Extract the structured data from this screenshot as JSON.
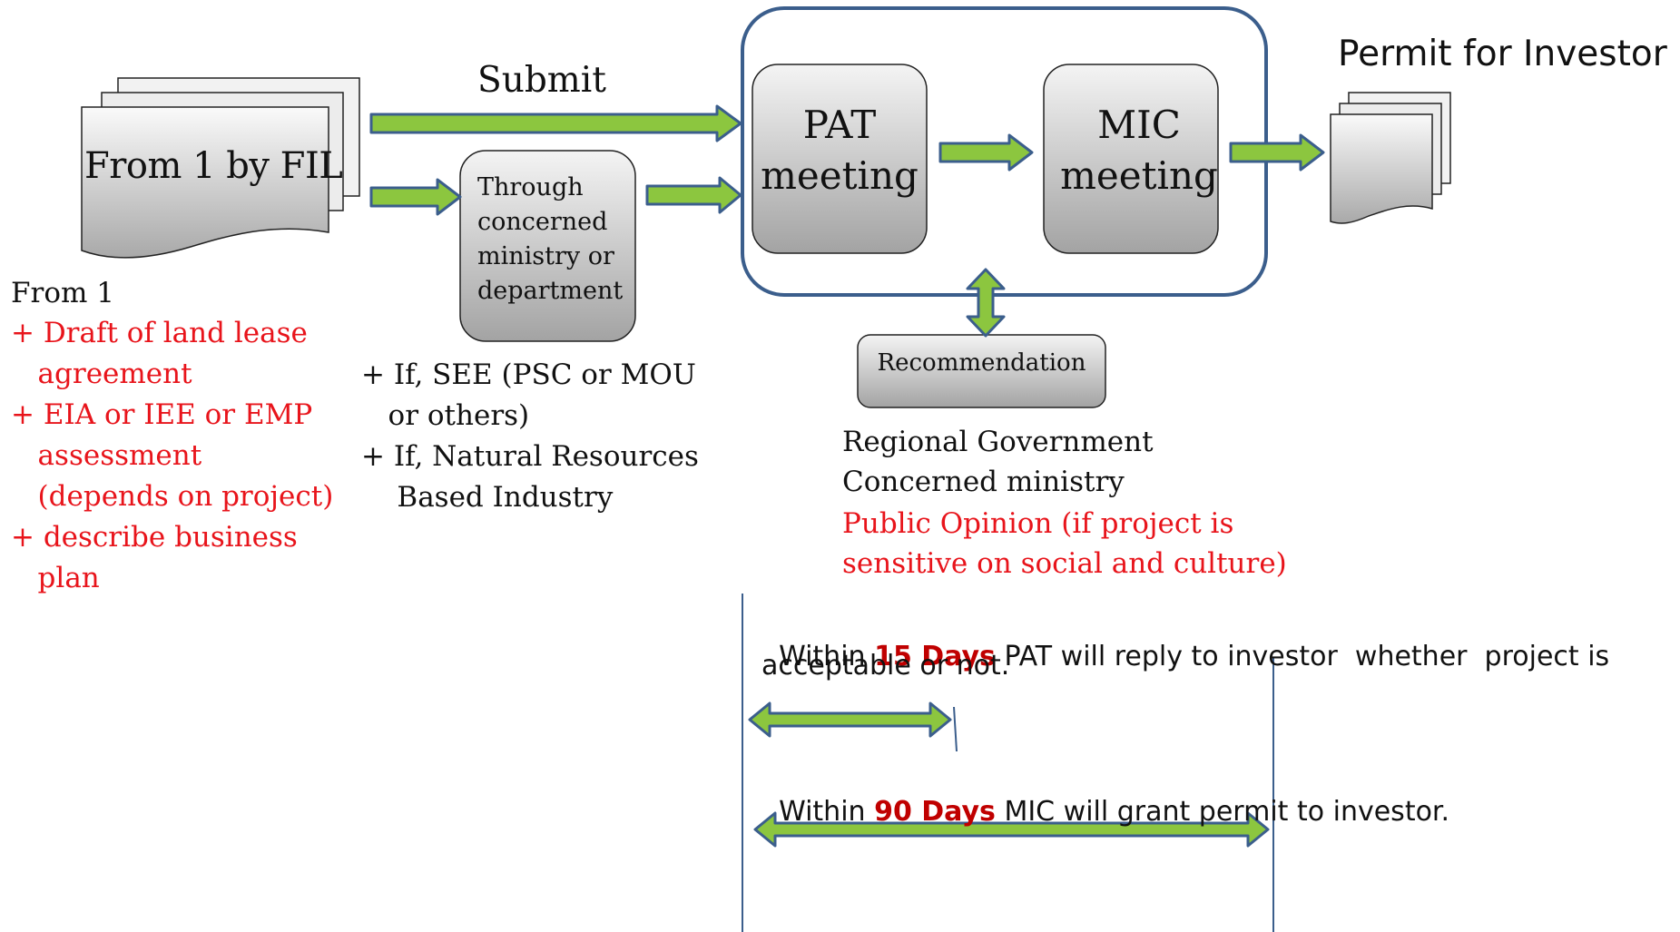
{
  "colors": {
    "arrow_fill": "#8cc63f",
    "arrow_stroke": "#3b5e8c",
    "frame_stroke": "#3b5e8c",
    "box_fill_top": "#f2f2f2",
    "box_fill_bottom": "#a6a6a6",
    "red_text": "#e8141b",
    "highlight_text": "#c00000"
  },
  "arrows": {
    "submit_label": "Submit"
  },
  "form": {
    "doc_label": "From 1 by FIL",
    "heading": "From 1",
    "items": [
      "+ Draft of land lease",
      "   agreement",
      "+ EIA or IEE or EMP",
      "   assessment",
      "   (depends on project)",
      "+ describe business",
      "   plan"
    ]
  },
  "ministry": {
    "box_lines": [
      "Through",
      "concerned",
      "ministry or",
      "department"
    ],
    "conditions": [
      "+ If, SEE (PSC or MOU",
      "   or others)",
      "+ If, Natural Resources",
      "    Based Industry"
    ]
  },
  "pat": {
    "line1": "PAT",
    "line2": "meeting"
  },
  "mic": {
    "line1": "MIC",
    "line2": "meeting"
  },
  "permit": {
    "label": "Permit for Investor"
  },
  "recommendation": {
    "label": "Recommendation",
    "sources": [
      "Regional Government",
      "Concerned ministry"
    ],
    "public_opinion": [
      "Public Opinion (if project is",
      "sensitive on social and culture)"
    ]
  },
  "timeline": {
    "pat_reply": {
      "prefix": "Within ",
      "days": "15 Days",
      "suffix": " PAT will reply to investor  whether  project is",
      "line2": "acceptable or not."
    },
    "mic_grant": {
      "prefix": "Within ",
      "days": "90 Days",
      "suffix": " MIC will grant permit to investor."
    }
  }
}
